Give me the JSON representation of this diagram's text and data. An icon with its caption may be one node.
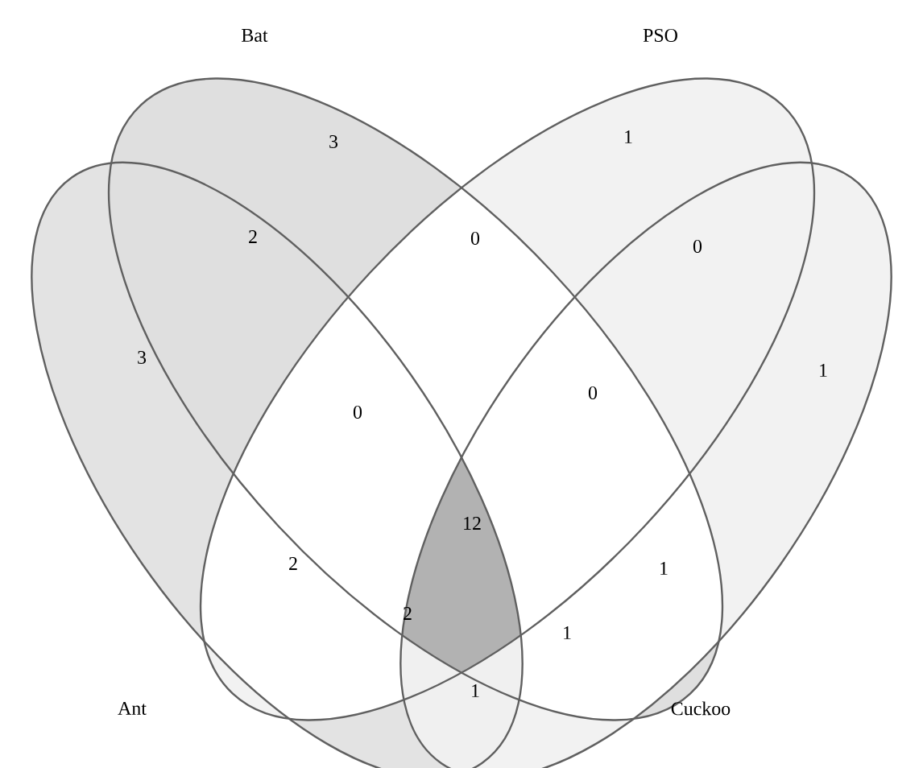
{
  "diagram": {
    "nodes": [
      {
        "text": [
          "Ant"
        ]
      },
      {
        "text": [
          "Bat"
        ]
      },
      {
        "text": [
          "PSO"
        ]
      },
      {
        "text": [
          "Cuckoo"
        ]
      }
    ],
    "labels": [
      "3",
      "1",
      "2",
      "0",
      "0",
      "3",
      "1",
      "0",
      "0",
      "12",
      "2",
      "1",
      "2",
      "1",
      "1"
    ]
  }
}
